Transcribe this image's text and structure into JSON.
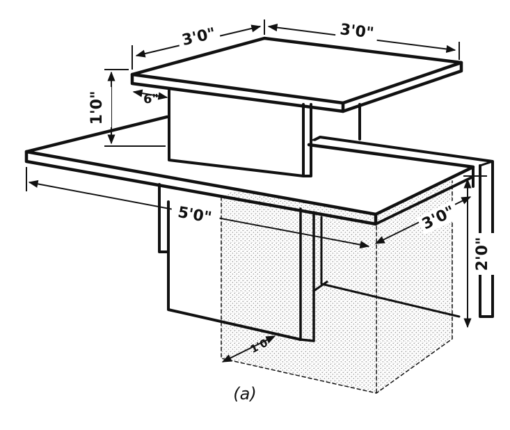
{
  "figure": {
    "caption": "(a)",
    "dimensions": {
      "top_left_width": "3'0\"",
      "top_right_width": "3'0\"",
      "upper_height": "1'0\"",
      "offset": "6\"",
      "lower_length": "5'0\"",
      "lower_depth": "3'0\"",
      "block_height": "2'0\"",
      "block_small": "1'0\""
    },
    "colors": {
      "ink": "#111111",
      "stipple": "#9a9a9a",
      "paper": "#ffffff"
    }
  }
}
